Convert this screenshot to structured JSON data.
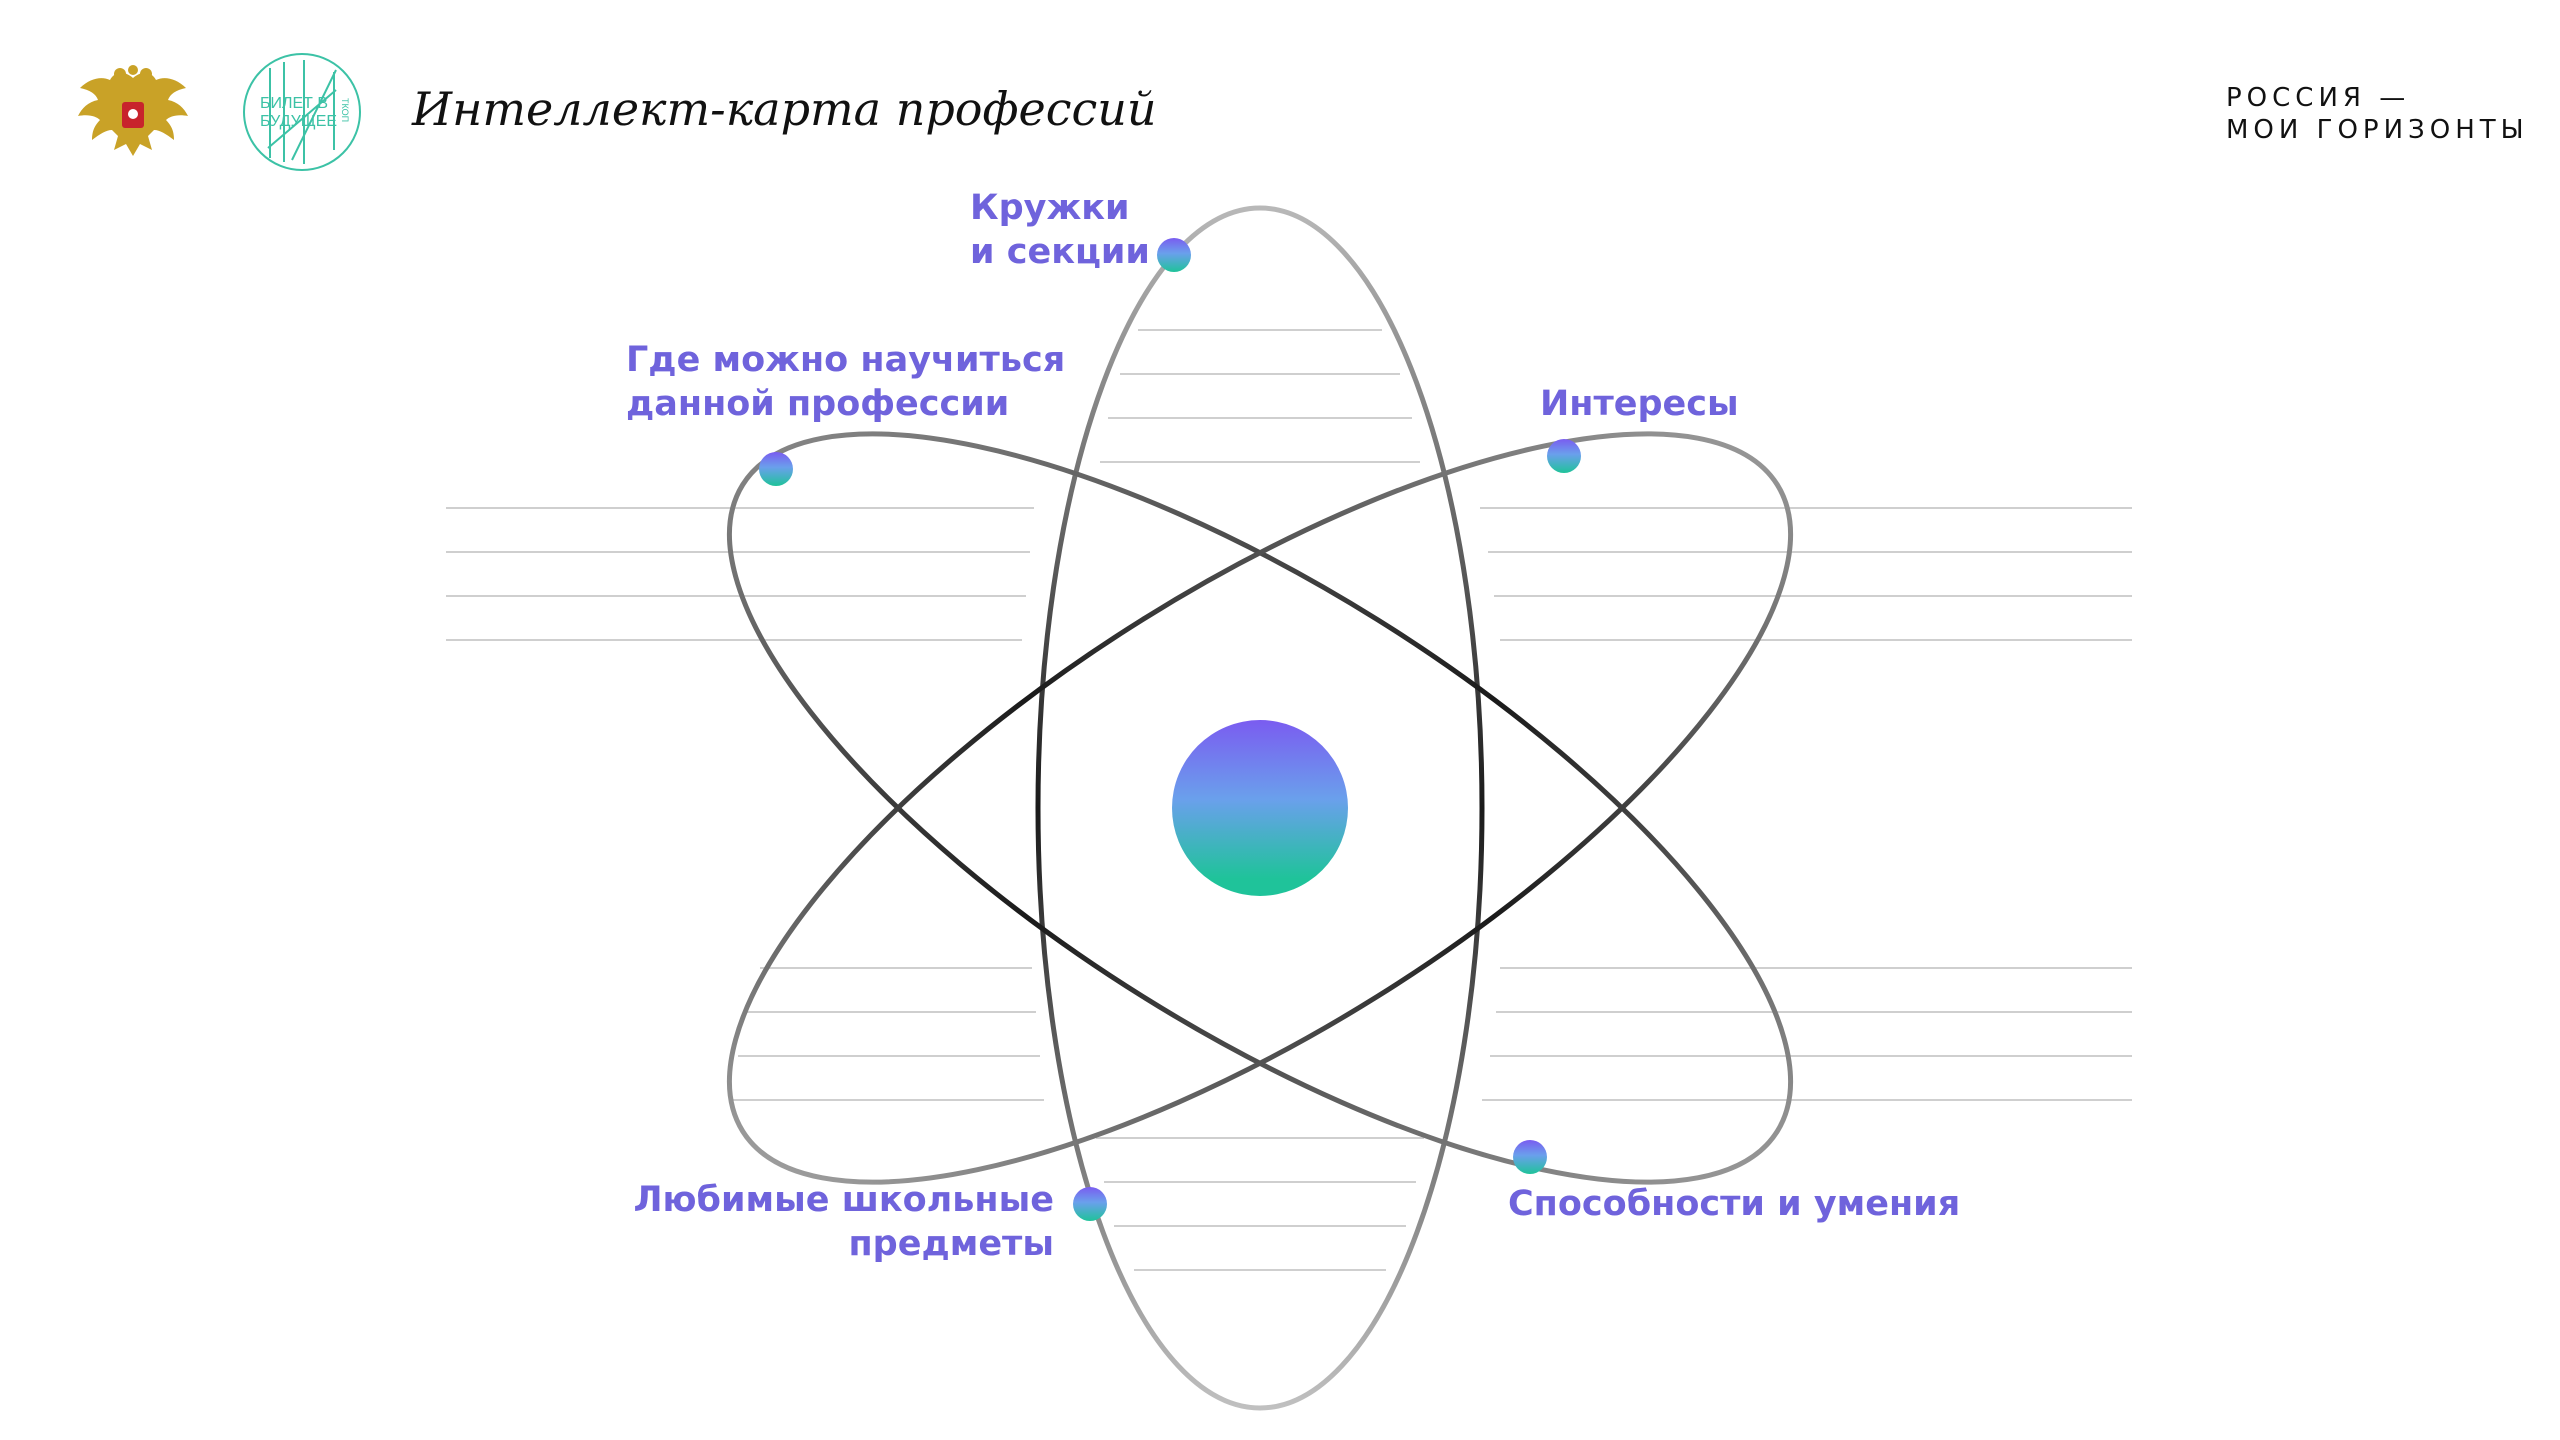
{
  "header": {
    "title": "Интеллект-карта профессий",
    "ticket_logo": {
      "line1": "БИЛЕТ В",
      "line2": "БУДУЩЕЕ",
      "edge": "ТКОП"
    },
    "brand": {
      "line1": "РОССИЯ —",
      "line2": "МОИ ГОРИЗОНТЫ"
    }
  },
  "labels": {
    "clubs": {
      "line1": "Кружки",
      "line2": "и секции"
    },
    "where_to_learn": {
      "line1": "Где можно научиться",
      "line2": "данной профессии"
    },
    "interests": {
      "line1": "Интересы"
    },
    "school_subjects": {
      "line1": "Любимые школьные",
      "line2": "предметы"
    },
    "abilities": {
      "line1": "Способности и умения"
    }
  },
  "icons": {
    "emblem": "double-headed-eagle-emblem",
    "ticket_logo": "ticket-to-future-logo",
    "node": "gradient-circle-node",
    "nucleus": "gradient-nucleus"
  },
  "colors": {
    "label": "#6f63dc",
    "gradient_top": "#7a5cf0",
    "gradient_mid": "#6aa0ec",
    "gradient_bottom": "#1fc39a",
    "orbit_dark": "#1a1a1a",
    "orbit_light": "#bdbdbd",
    "writing_line": "#cfcfcf",
    "ticket_logo": "#3cc2a6"
  }
}
